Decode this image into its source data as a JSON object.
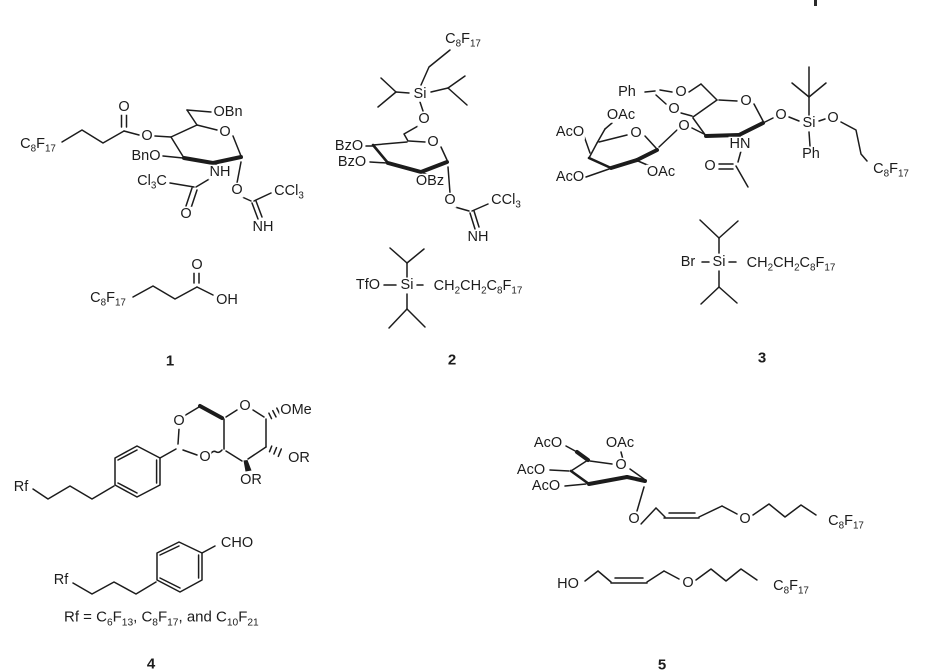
{
  "artifact": {
    "top_right_partial_character": "|"
  },
  "c1": {
    "number": "1",
    "rf_tail": "C8F17",
    "carbonyl_o": "O",
    "ester_o": "O",
    "obn": "OBn",
    "ring_o": "O",
    "bno": "BnO",
    "amide_nh": "NH",
    "cl3c": "Cl3C",
    "amide_o": "O",
    "anomeric_o": "O",
    "imidate_ccl3": "CCl3",
    "imidate_nh": "NH",
    "acid_rf": "C8F17",
    "acid_o": "O",
    "acid_oh": "OH"
  },
  "c2": {
    "number": "2",
    "rf_tail": "C8F17",
    "si": "Si",
    "si_o": "O",
    "bzo_c4": "BzO",
    "bzo_c3": "BzO",
    "ring_o": "O",
    "obz_c2": "OBz",
    "anomeric_o": "O",
    "imidate_ccl3": "CCl3",
    "imidate_nh": "NH",
    "silane_tfo": "TfO",
    "silane_si": "Si",
    "silane_chain": "CH2CH2C8F17"
  },
  "c3": {
    "number": "3",
    "benzylidene_ph": "Ph",
    "o6": "O",
    "o4": "O",
    "glycosidic_o": "O",
    "oac_c6": "OAc",
    "aco_c4": "AcO",
    "gal_ring_o": "O",
    "aco_c3": "AcO",
    "oac_c2": "OAc",
    "glcn_ring_o": "O",
    "nhac_hn": "HN",
    "nhac_o": "O",
    "si_o_left": "O",
    "si": "Si",
    "si_o_right": "O",
    "si_ph": "Ph",
    "rf_tail": "C8F17",
    "silane_br": "Br",
    "silane_si": "Si",
    "silane_chain": "CH2CH2C8F17"
  },
  "c4": {
    "number": "4",
    "rf": "Rf",
    "o6": "O",
    "o4": "O",
    "ring_o": "O",
    "ome": "OMe",
    "or_c2": "OR",
    "or_c3": "OR",
    "aldehyde_rf": "Rf",
    "cho": "CHO",
    "rf_definition": "Rf = C6F13, C8F17, and C10F21"
  },
  "c5": {
    "number": "5",
    "aco_c6": "AcO",
    "oac_c2": "OAc",
    "aco_c4": "AcO",
    "aco_c3": "AcO",
    "ring_o": "O",
    "anomeric_o": "O",
    "ether_o": "O",
    "rf_tail": "C8F17",
    "alcohol_ho": "HO",
    "alcohol_ether_o": "O",
    "alcohol_rf": "C8F17"
  }
}
